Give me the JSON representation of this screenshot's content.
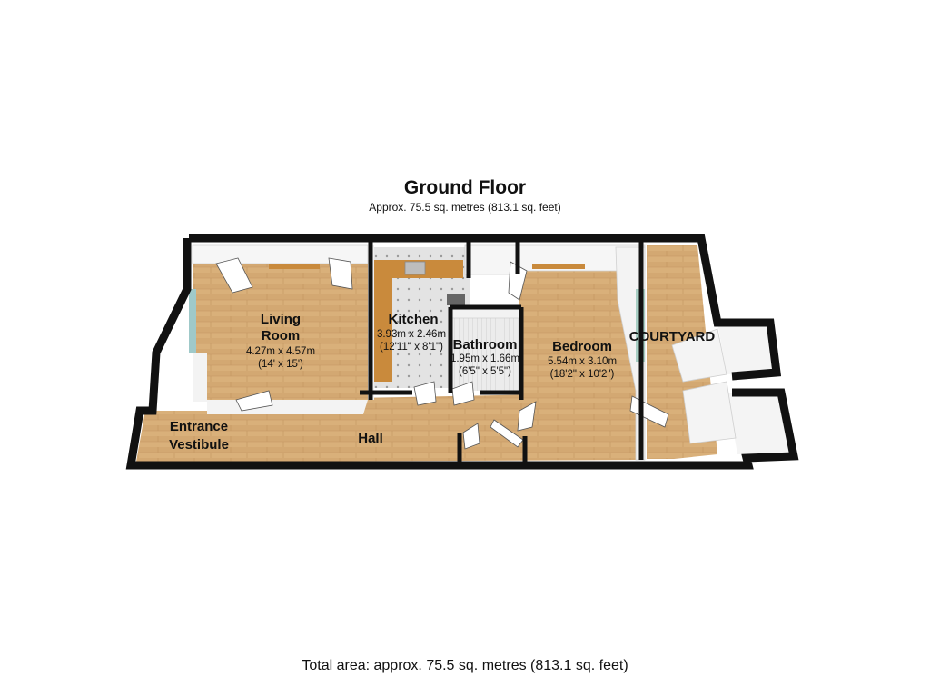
{
  "header": {
    "title": "Ground Floor",
    "subtitle": "Approx.  75.5 sq. metres (813.1 sq. feet)"
  },
  "footer": {
    "total": "Total area: approx.  75.5 sq. metres (813.1 sq. feet)"
  },
  "rooms": {
    "living": {
      "line1": "Living",
      "line2": "Room",
      "dim_m": "4.27m x 4.57m",
      "dim_ft": "(14' x 15')"
    },
    "kitchen": {
      "name": "Kitchen",
      "dim_m": "3.93m x 2.46m",
      "dim_ft": "(12'11\" x 8'1\")"
    },
    "bathroom": {
      "name": "Bathroom",
      "dim_m": "1.95m x 1.66m",
      "dim_ft": "(6'5\" x 5'5\")"
    },
    "bedroom": {
      "name": "Bedroom",
      "dim_m": "5.54m x 3.10m",
      "dim_ft": "(18'2\" x 10'2\")"
    },
    "courtyard": {
      "name": "COURTYARD"
    },
    "entrance": {
      "line1": "Entrance",
      "line2": "Vestibule"
    },
    "hall": {
      "name": "Hall"
    }
  },
  "colors": {
    "wall": "#111111",
    "wood": "#d9b07a",
    "kitchen_floor": "#dcdcdc",
    "bath_floor": "#e6e6e6"
  }
}
